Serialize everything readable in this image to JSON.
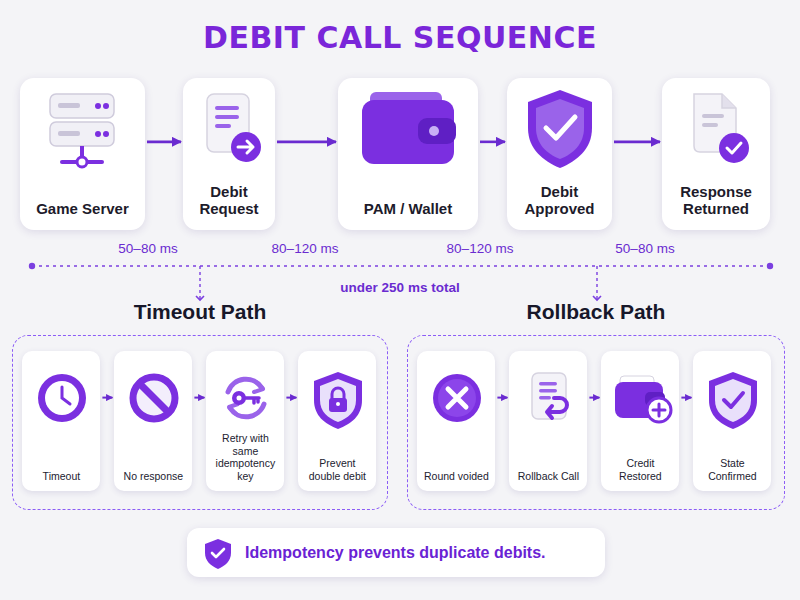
{
  "diagram": {
    "title": "DEBIT CALL SEQUENCE",
    "nodes": [
      {
        "text": [
          "Game Server"
        ]
      },
      {
        "text": [
          "Debit Request"
        ]
      },
      {
        "text": [
          "PAM / Wallet"
        ]
      },
      {
        "text": [
          "Debit Approved"
        ]
      },
      {
        "text": [
          "Response Returned"
        ]
      },
      {
        "text": [
          "Timeout Path"
        ]
      },
      {
        "text": [
          "Timeout"
        ],
        "in": 5
      },
      {
        "text": [
          "No response"
        ],
        "in": 5
      },
      {
        "text": [
          "Retry with same idempotency key"
        ],
        "in": 5
      },
      {
        "text": [
          "Prevent double debit"
        ],
        "in": 5
      },
      {
        "text": [
          "Rollback Path"
        ]
      },
      {
        "text": [
          "Round voided"
        ],
        "in": 10
      },
      {
        "text": [
          "Rollback Call"
        ],
        "in": 10
      },
      {
        "text": [
          "Credit Restored"
        ],
        "in": 10
      },
      {
        "text": [
          "State Confirmed"
        ],
        "in": 10
      },
      {
        "text": [
          "Idempotency prevents duplicate debits."
        ]
      }
    ],
    "edges": [
      {
        "from": 0,
        "to": 1,
        "arrow": "to"
      },
      {
        "from": 1,
        "to": 2,
        "arrow": "to"
      },
      {
        "from": 2,
        "to": 3,
        "arrow": "to"
      },
      {
        "from": 3,
        "to": 4,
        "arrow": "to"
      },
      {
        "from": 6,
        "to": 7,
        "arrow": "to"
      },
      {
        "from": 7,
        "to": 8,
        "arrow": "to"
      },
      {
        "from": 8,
        "to": 9,
        "arrow": "to"
      },
      {
        "from": 11,
        "to": 12,
        "arrow": "to"
      },
      {
        "from": 12,
        "to": 13,
        "arrow": "to"
      },
      {
        "from": 13,
        "to": 14,
        "arrow": "to"
      }
    ],
    "labels": [
      "50–80 ms",
      "80–120 ms",
      "80–120 ms",
      "50–80 ms",
      "under 250 ms total"
    ]
  }
}
